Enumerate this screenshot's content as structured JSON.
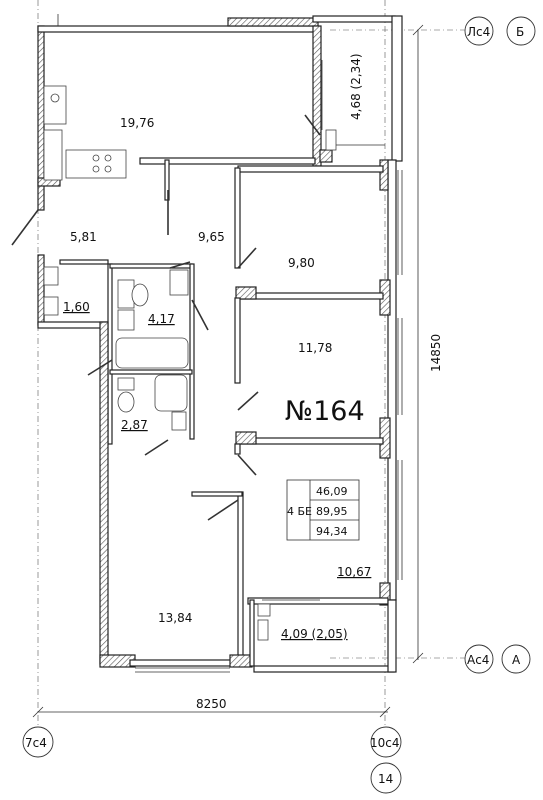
{
  "apartment": {
    "number": "№164",
    "rooms_code": "4 БЕ",
    "areas": [
      "46,09",
      "89,95",
      "94,34"
    ]
  },
  "rooms": [
    {
      "id": "kitchen",
      "label": "19,76"
    },
    {
      "id": "loggia-top",
      "label": "4,68 (2,34)"
    },
    {
      "id": "hall",
      "label": "5,81"
    },
    {
      "id": "corridor",
      "label": "9,65"
    },
    {
      "id": "bedroom-1",
      "label": "9,80"
    },
    {
      "id": "wc",
      "label": "1,60"
    },
    {
      "id": "bathroom",
      "label": "4,17"
    },
    {
      "id": "bedroom-2",
      "label": "11,78"
    },
    {
      "id": "bath-2",
      "label": "2,87"
    },
    {
      "id": "bedroom-3",
      "label": "10,67"
    },
    {
      "id": "living",
      "label": "13,84"
    },
    {
      "id": "loggia-bottom",
      "label": "4,09 (2,05)"
    }
  ],
  "dimensions": {
    "width": "8250",
    "height": "14850"
  },
  "axes": {
    "top_right_code": "Лс4",
    "top_right_letter": "Б",
    "bottom_right_code": "Ас4",
    "bottom_right_letter": "А",
    "bottom_left": "7с4",
    "bottom_right": "10с4",
    "bottom_number": "14"
  }
}
